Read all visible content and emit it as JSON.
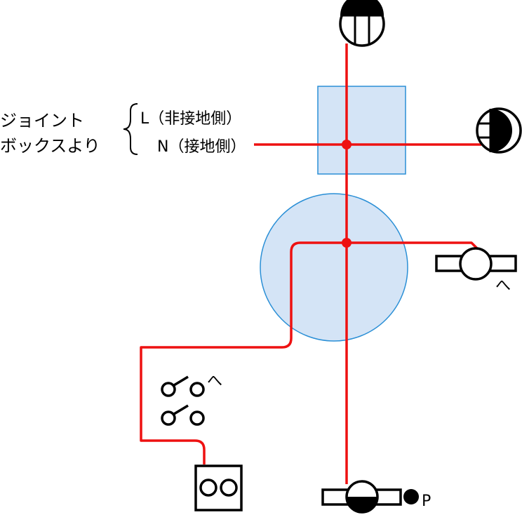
{
  "labels": {
    "source_line1": "ジョイント",
    "source_line2": "ボックスより",
    "live_label": "L（非接地側）",
    "neutral_label": "N（接地側）",
    "mark_he_right": "へ",
    "mark_he_switch": "へ",
    "mark_p": "P"
  },
  "colors": {
    "wire": "#ee1111",
    "box_fill": "#d4e4f6",
    "box_stroke": "#2a8fd6",
    "symbol": "#000000"
  },
  "icons": {
    "ceiling_light_top": "ceiling-light-icon",
    "wall_light_right": "wall-light-icon",
    "fixture_right": "luminaire-icon",
    "fixture_bottom": "luminaire-pull-switch-icon",
    "switch_group": "three-way-switch-icon",
    "outlet": "duplex-outlet-icon"
  }
}
